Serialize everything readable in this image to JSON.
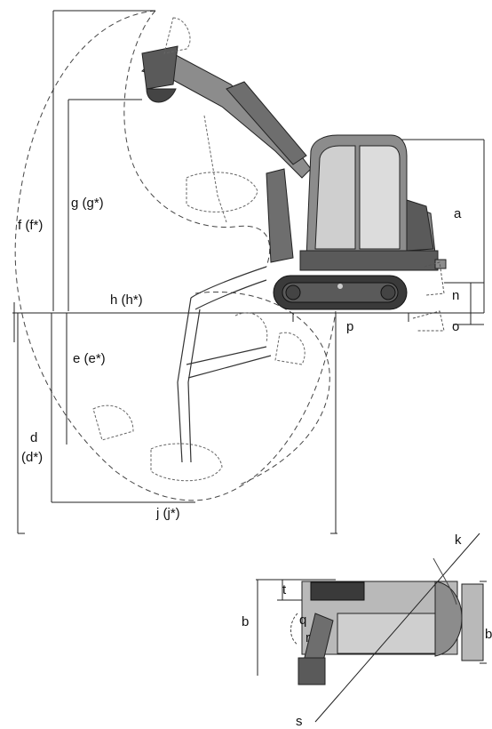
{
  "labels": {
    "a": "a",
    "b": "b",
    "b_right": "b",
    "d": "d",
    "d_star": "(d*)",
    "e": "e (e*)",
    "f": "f (f*)",
    "g": "g (g*)",
    "h": "h (h*)",
    "j": "j (j*)",
    "k": "k",
    "n": "n",
    "o": "o",
    "p": "p",
    "q": "q",
    "r": "r",
    "s": "s",
    "t": "t"
  },
  "colors": {
    "line": "#222222",
    "dashed": "#444444",
    "cab_glass": "#cfcfcf",
    "body_dark": "#5a5a5a",
    "body_mid": "#8c8c8c",
    "track": "#3a3a3a",
    "top_body": "#b9b9b9"
  }
}
